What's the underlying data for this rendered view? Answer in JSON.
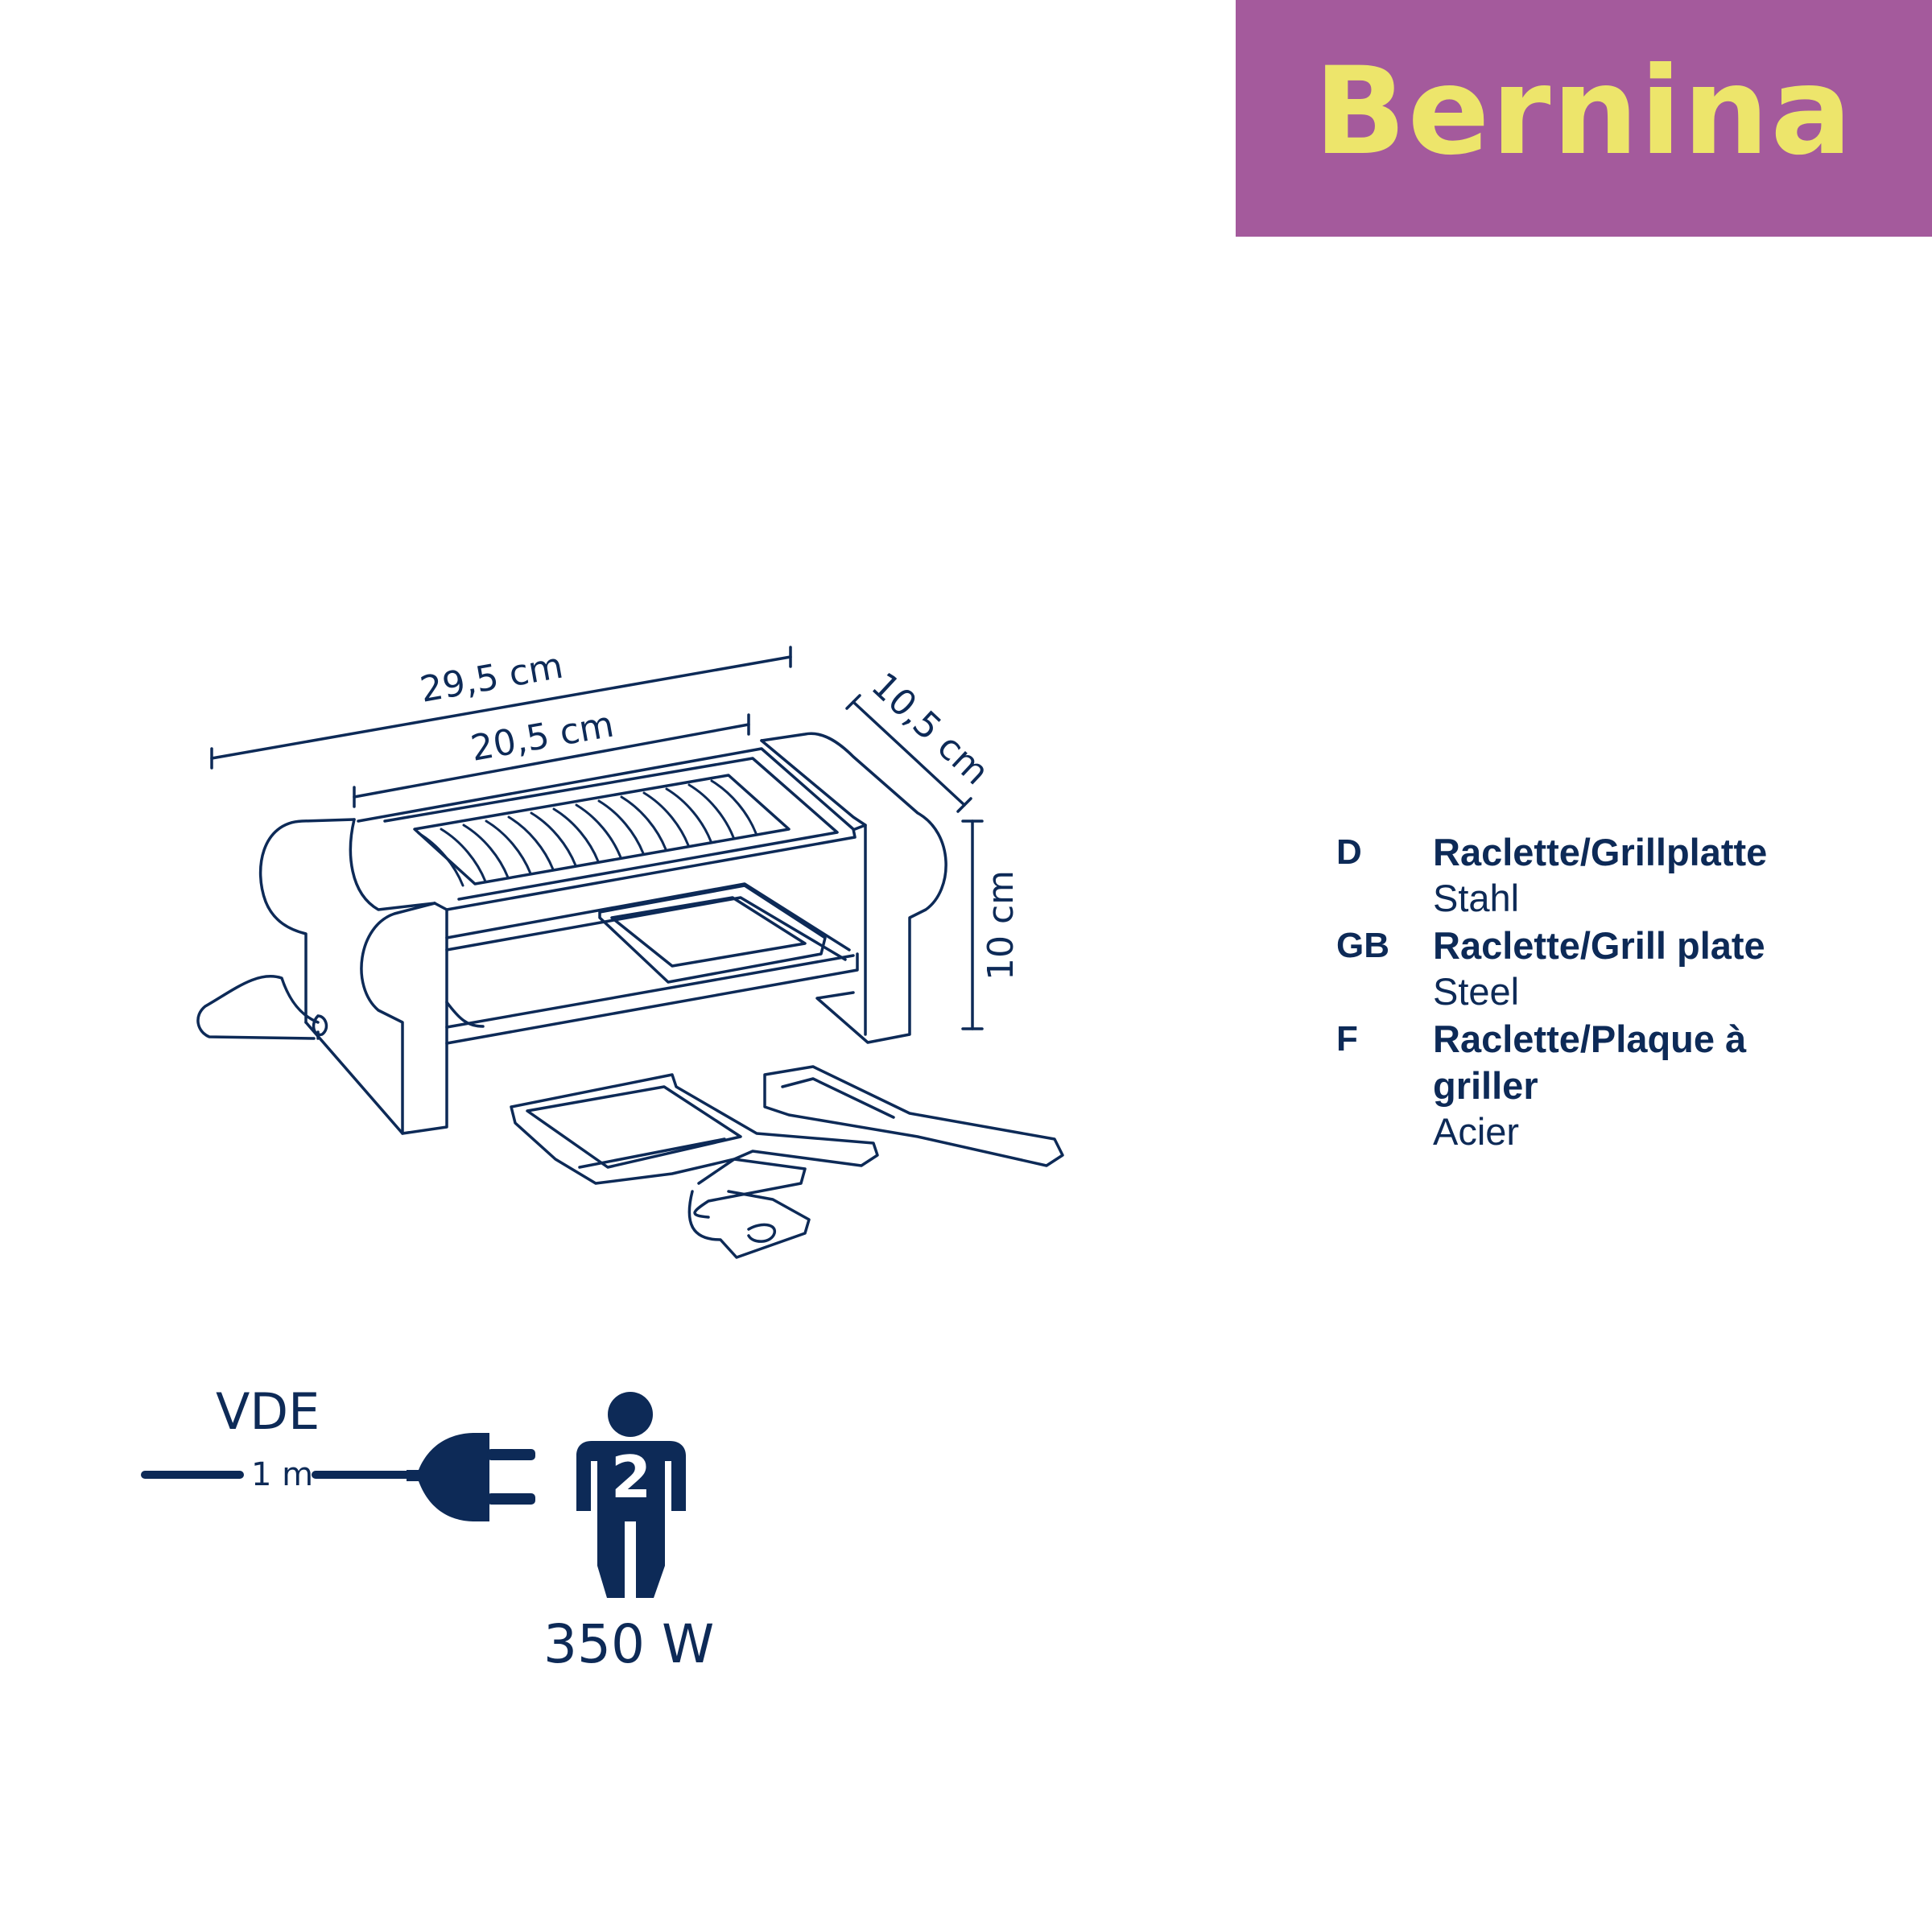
{
  "brand": {
    "title": "Bernina",
    "colors": {
      "band": "#a45a9c",
      "title_text": "#ede56b",
      "ink": "#0d2a57"
    }
  },
  "dimensions": {
    "outer_length": "29,5 cm",
    "plate_length": "20,5 cm",
    "depth": "10,5 cm",
    "height": "10 cm"
  },
  "materials": [
    {
      "code": "D",
      "name": "Raclette/Grillplatte",
      "material": "Stahl"
    },
    {
      "code": "GB",
      "name": "Raclette/Grill plate",
      "material": "Steel"
    },
    {
      "code": "F",
      "name": "Raclette/Plaque à griller",
      "material": "Acier"
    }
  ],
  "specs": {
    "cable_standard": "VDE",
    "cable_length": "1 m",
    "persons": "2",
    "power": "350 W",
    "icons": [
      "plug-icon",
      "person-icon"
    ]
  }
}
